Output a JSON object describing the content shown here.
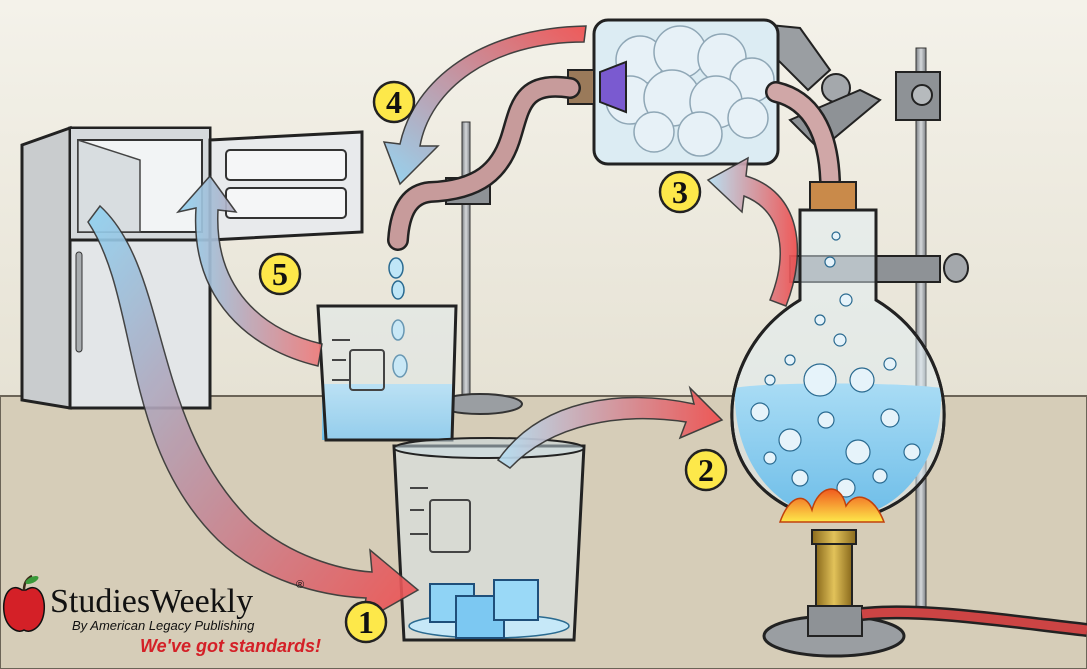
{
  "brand": {
    "name_part1": "Studies",
    "name_part2": "Weekly",
    "registered": "®",
    "byline": "By American Legacy Publishing",
    "tagline": "We've got standards!"
  },
  "steps": [
    {
      "number": "1"
    },
    {
      "number": "2"
    },
    {
      "number": "3"
    },
    {
      "number": "4"
    },
    {
      "number": "5"
    }
  ],
  "colors": {
    "wall": "#efece2",
    "counter": "#d6cdb8",
    "water": "#8fd0f0",
    "badge": "#fde84a",
    "arrow_warm": "#ef4e4e",
    "arrow_cool": "#8fd3f3",
    "flame": "#f7901e",
    "brand_red": "#d42027"
  }
}
